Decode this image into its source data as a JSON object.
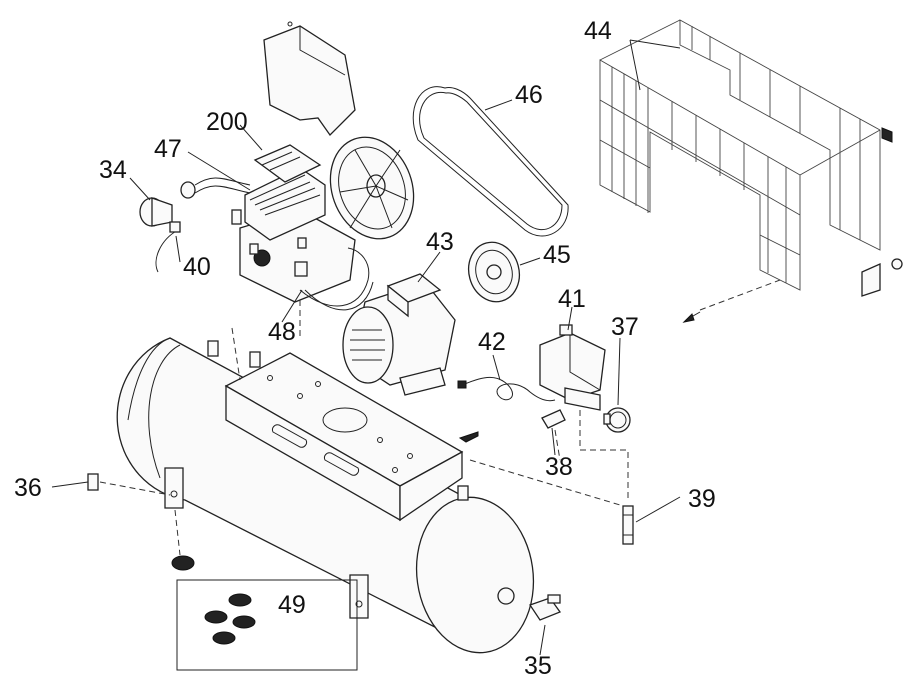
{
  "labels": {
    "l44": "44",
    "l46": "46",
    "l200": "200",
    "l47": "47",
    "l34": "34",
    "l43": "43",
    "l45": "45",
    "l40": "40",
    "l41": "41",
    "l37": "37",
    "l48": "48",
    "l42": "42",
    "l38": "38",
    "l36": "36",
    "l39": "39",
    "l49": "49",
    "l35": "35"
  }
}
